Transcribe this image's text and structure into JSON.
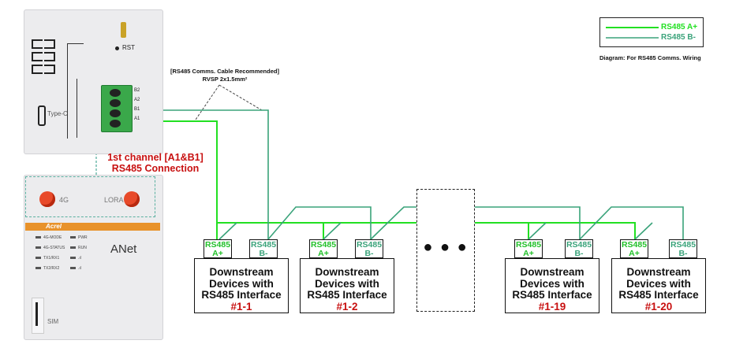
{
  "cable_note": {
    "line1": "[RS485 Comms. Cable Recommended]",
    "line2": "RVSP 2x1.5mm²"
  },
  "channel_label": {
    "line1": "1st channel [A1&B1]",
    "line2": "RS485 Connection"
  },
  "legend": {
    "a_label": "RS485 A+",
    "b_label": "RS485 B-",
    "caption": "Diagram: For RS485 Comms. Wiring"
  },
  "colors": {
    "a_line": "#22e022",
    "b_line": "#3aa37a",
    "red_text": "#c81010"
  },
  "gateway": {
    "rst": "RST",
    "type_c": "Type-C",
    "terminals": [
      "B2",
      "A2",
      "B1",
      "A1"
    ],
    "antenna_4g": "4G",
    "antenna_lora": "LORA",
    "brand": "Acrel",
    "model": "ANet",
    "indicators_left": [
      "4G-MODE",
      "4G-STATUS",
      "TX1/RX1",
      "TX2/RX2"
    ],
    "indicators_right": [
      "PWR",
      "RUN",
      "",
      ""
    ],
    "sim": "SIM"
  },
  "device_common": {
    "line1": "Downstream",
    "line2": "Devices with",
    "line3": "RS485 Interface",
    "port_a_top": "RS485",
    "port_a_bottom": "A+",
    "port_b_top": "RS485",
    "port_b_bottom": "B-"
  },
  "devices": [
    {
      "id": "#1-1"
    },
    {
      "id": "#1-2"
    },
    {
      "id": "#1-19"
    },
    {
      "id": "#1-20"
    }
  ],
  "ellipsis": "● ● ●"
}
